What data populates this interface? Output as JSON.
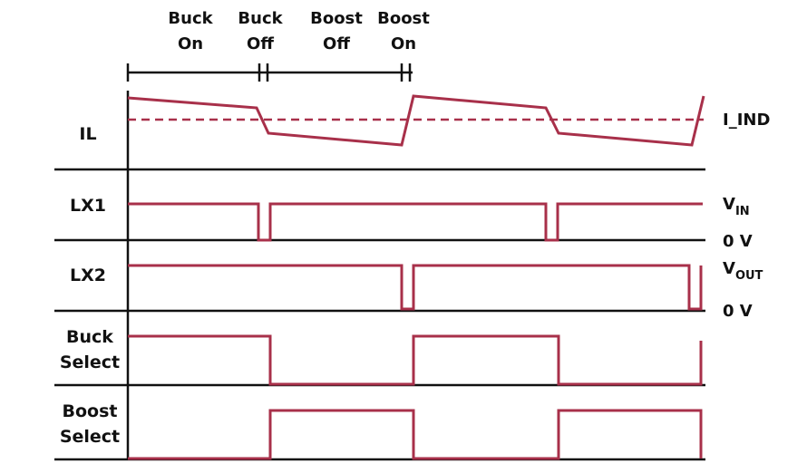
{
  "header": {
    "buck_on": [
      "Buck",
      "On"
    ],
    "buck_off": [
      "Buck",
      "Off"
    ],
    "boost_off": [
      "Boost",
      "Off"
    ],
    "boost_on": [
      "Boost",
      "On"
    ]
  },
  "rows": {
    "il": {
      "label": "IL"
    },
    "lx1": {
      "label": "LX1"
    },
    "lx2": {
      "label": "LX2"
    },
    "buck_select": {
      "label": [
        "Buck",
        "Select"
      ]
    },
    "boost_select": {
      "label": [
        "Boost",
        "Select"
      ]
    }
  },
  "right_labels": {
    "i_ind": "I_IND",
    "vin": {
      "main": "V",
      "sub": "IN"
    },
    "zero_v_1": "0 V",
    "vout": {
      "main": "V",
      "sub": "OUT"
    },
    "zero_v_2": "0 V"
  },
  "colors": {
    "waveform": "#a8304a",
    "axis": "#111111"
  }
}
